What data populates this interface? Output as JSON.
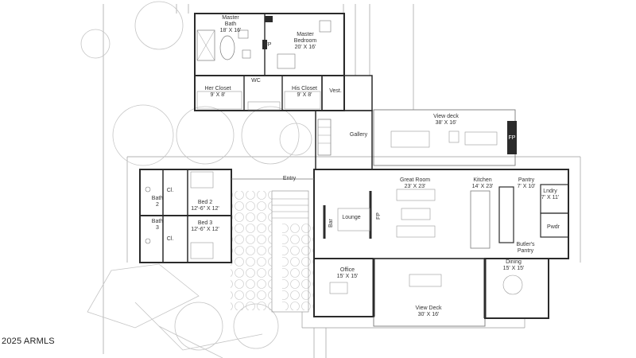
{
  "watermark": "2025 ARMLS",
  "rooms": {
    "master_bath": {
      "name": "Master\nBath",
      "size": "18' X 16'"
    },
    "master_bedroom": {
      "name": "Master\nBedroom",
      "size": "20' X 16'"
    },
    "her_closet": {
      "name": "Her Closet",
      "size": "9' X 8'"
    },
    "his_closet": {
      "name": "His Closet",
      "size": "9' X 8'"
    },
    "wc": {
      "name": "WC"
    },
    "vest": {
      "name": "Vest."
    },
    "gallery": {
      "name": "Gallery"
    },
    "view_deck_upper": {
      "name": "View deck",
      "size": "38' X 16'"
    },
    "entry": {
      "name": "Entry"
    },
    "bath2": {
      "name": "Bath\n2"
    },
    "bath3": {
      "name": "Bath\n3"
    },
    "bed2": {
      "name": "Bed 2",
      "size": "12'-6\" X 12'"
    },
    "bed3": {
      "name": "Bed 3",
      "size": "12'-6\" X 12'"
    },
    "closet_a": {
      "name": "Cl."
    },
    "closet_b": {
      "name": "Cl."
    },
    "great_room": {
      "name": "Great Room",
      "size": "23' X 23'"
    },
    "lounge": {
      "name": "Lounge"
    },
    "kitchen": {
      "name": "Kitchen",
      "size": "14' X 23'"
    },
    "pantry": {
      "name": "Pantry",
      "size": "7' X 10'"
    },
    "laundry": {
      "name": "Lndry",
      "size": "7' X 11'"
    },
    "powder": {
      "name": "Pwdr"
    },
    "butlers_pantry": {
      "name": "Butler's\nPantry"
    },
    "office": {
      "name": "Office",
      "size": "15' X 15'"
    },
    "view_deck_lower": {
      "name": "View Deck",
      "size": "30' X 16'"
    },
    "dining": {
      "name": "Dining",
      "size": "15' X 15'"
    },
    "bar": {
      "name": "Bar"
    },
    "fp1": {
      "name": "FP"
    },
    "fp2": {
      "name": "FP"
    },
    "fp3": {
      "name": "FP"
    }
  },
  "colors": {
    "wall": "#2b2b2b",
    "line": "#7a7a7a",
    "light": "#b5b5b5",
    "tree": "#c4c4c4"
  }
}
